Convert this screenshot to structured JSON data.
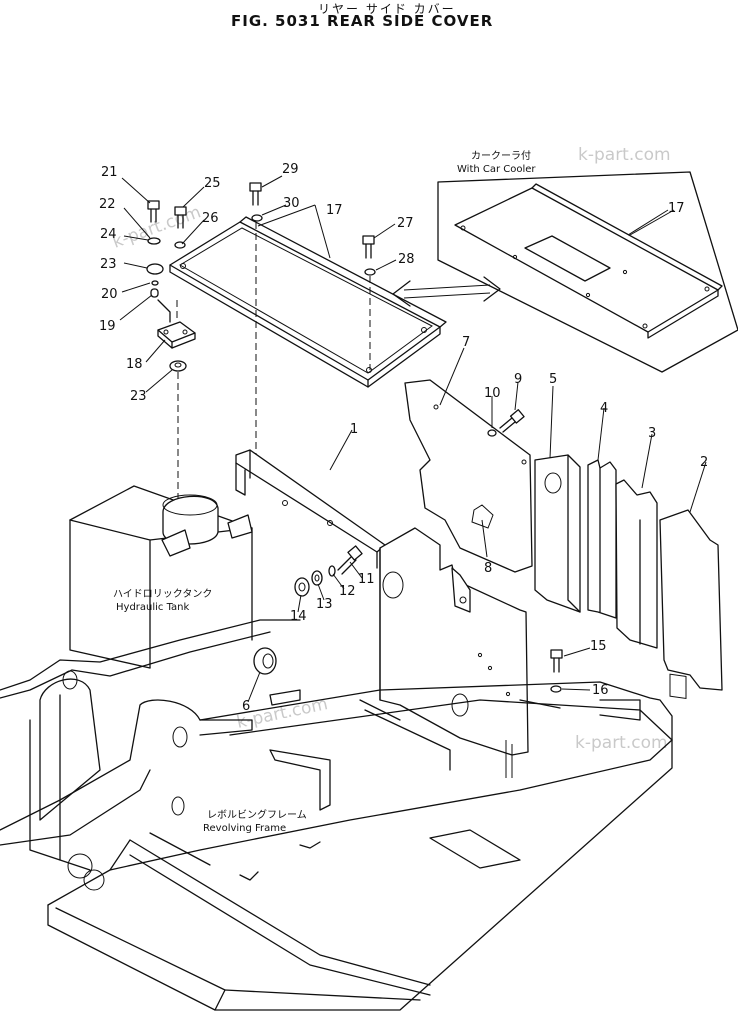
{
  "title": {
    "japanese": "リヤー サイド カバー",
    "english": "FIG. 5031  REAR SIDE COVER"
  },
  "callouts": [
    {
      "id": "c21",
      "label": "21"
    },
    {
      "id": "c25",
      "label": "25"
    },
    {
      "id": "c29",
      "label": "29"
    },
    {
      "id": "c30",
      "label": "30"
    },
    {
      "id": "c17a",
      "label": "17"
    },
    {
      "id": "c22",
      "label": "22"
    },
    {
      "id": "c26",
      "label": "26"
    },
    {
      "id": "c24",
      "label": "24"
    },
    {
      "id": "c23a",
      "label": "23"
    },
    {
      "id": "c27",
      "label": "27"
    },
    {
      "id": "c28",
      "label": "28"
    },
    {
      "id": "c20",
      "label": "20"
    },
    {
      "id": "c19",
      "label": "19"
    },
    {
      "id": "c18",
      "label": "18"
    },
    {
      "id": "c23b",
      "label": "23"
    },
    {
      "id": "c17b",
      "label": "17"
    },
    {
      "id": "c7",
      "label": "7"
    },
    {
      "id": "c9",
      "label": "9"
    },
    {
      "id": "c10",
      "label": "10"
    },
    {
      "id": "c5",
      "label": "5"
    },
    {
      "id": "c4",
      "label": "4"
    },
    {
      "id": "c3",
      "label": "3"
    },
    {
      "id": "c2",
      "label": "2"
    },
    {
      "id": "c1",
      "label": "1"
    },
    {
      "id": "c8",
      "label": "8"
    },
    {
      "id": "c11",
      "label": "11"
    },
    {
      "id": "c12",
      "label": "12"
    },
    {
      "id": "c13",
      "label": "13"
    },
    {
      "id": "c14",
      "label": "14"
    },
    {
      "id": "c15",
      "label": "15"
    },
    {
      "id": "c16",
      "label": "16"
    },
    {
      "id": "c6",
      "label": "6"
    }
  ],
  "labels": {
    "car_cooler_jp": "カークーラ付",
    "car_cooler_en": "With Car Cooler",
    "hydraulic_tank_jp": "ハイドロリックタンク",
    "hydraulic_tank_en": "Hydraulic Tank",
    "revolving_frame_jp": "レボルビングフレーム",
    "revolving_frame_en": "Revolving Frame"
  },
  "watermarks": [
    "k-part.com",
    "k-part.com",
    "k-part.com",
    "k-part.com"
  ]
}
